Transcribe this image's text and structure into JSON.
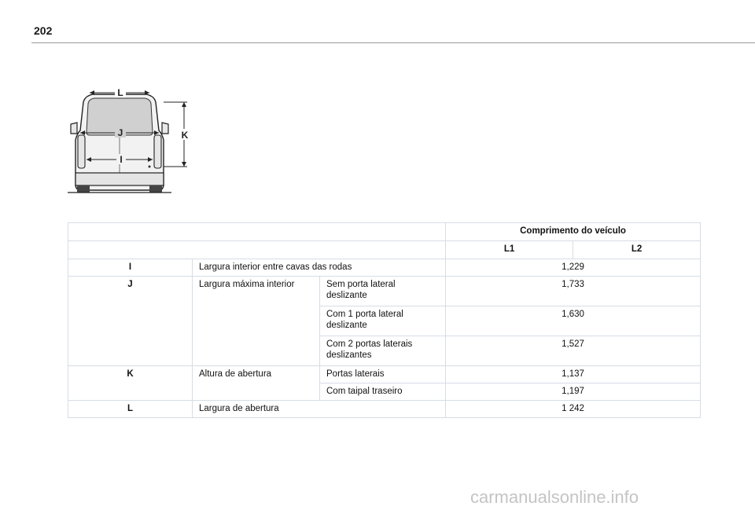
{
  "page": {
    "number": "202"
  },
  "figure": {
    "labels": {
      "L": "L",
      "J": "J",
      "K": "K",
      "I": "I"
    },
    "line_color": "#222222",
    "window_color": "#d0d0d0"
  },
  "table": {
    "header": {
      "group_label": "Comprimento do veículo",
      "cols": [
        "L1",
        "L2"
      ]
    },
    "rows": {
      "I": {
        "key": "I",
        "desc": "Largura interior entre cavas das rodas",
        "value": "1,229"
      },
      "J": {
        "key": "J",
        "desc": "Largura máxima interior",
        "subs": [
          {
            "line1": "Sem porta lateral",
            "line2": "deslizante",
            "value": "1,733"
          },
          {
            "line1": "Com 1 porta lateral",
            "line2": "deslizante",
            "value": "1,630"
          },
          {
            "line1": "Com 2 portas laterais",
            "line2": "deslizantes",
            "value": "1,527"
          }
        ]
      },
      "K": {
        "key": "K",
        "desc": "Altura de abertura",
        "subs": [
          {
            "label": "Portas laterais",
            "value": "1,137"
          },
          {
            "label": "Com taipal traseiro",
            "value": "1,197"
          }
        ]
      },
      "L": {
        "key": "L",
        "desc": "Largura de abertura",
        "value": "1 242"
      }
    },
    "border_color": "#d6dce6"
  },
  "watermark": {
    "text": "carmanualsonline.info"
  }
}
